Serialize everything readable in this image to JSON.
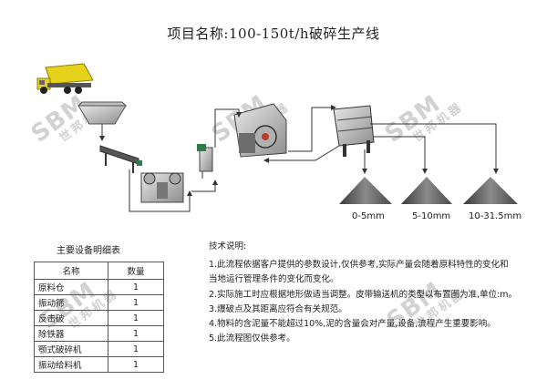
{
  "title": "项目名称:100-150t/h破碎生产线",
  "watermark": {
    "brand": "SBM",
    "brand_cn": "世邦机器"
  },
  "products": [
    "0-5mm",
    "5-10mm",
    "10-31.5mm"
  ],
  "equipment_table": {
    "title": "主要设备明细表",
    "headers": [
      "名称",
      "数量"
    ],
    "rows": [
      [
        "原料仓",
        "1"
      ],
      [
        "振动筛",
        "1"
      ],
      [
        "反击破",
        "1"
      ],
      [
        "除铁器",
        "1"
      ],
      [
        "颚式破碎机",
        "1"
      ],
      [
        "振动给料机",
        "1"
      ]
    ]
  },
  "notes": {
    "title": "技术说明:",
    "lines": [
      "1.此流程依据客户提供的参数设计,仅供参考,实际产量会随着原料特性的变化和",
      "当地运行管理条件的变化而变化。",
      "2.实际施工时应根据地形做适当调整。皮带输送机的类型以布置图为准,单位:m。",
      "3.爆破点及其距离应符合有关规范。",
      "4.物料的含泥量不能超过10%,泥的含量会对产量,设备,流程产生重要影响。",
      "5.此流程图仅供参考。"
    ]
  }
}
